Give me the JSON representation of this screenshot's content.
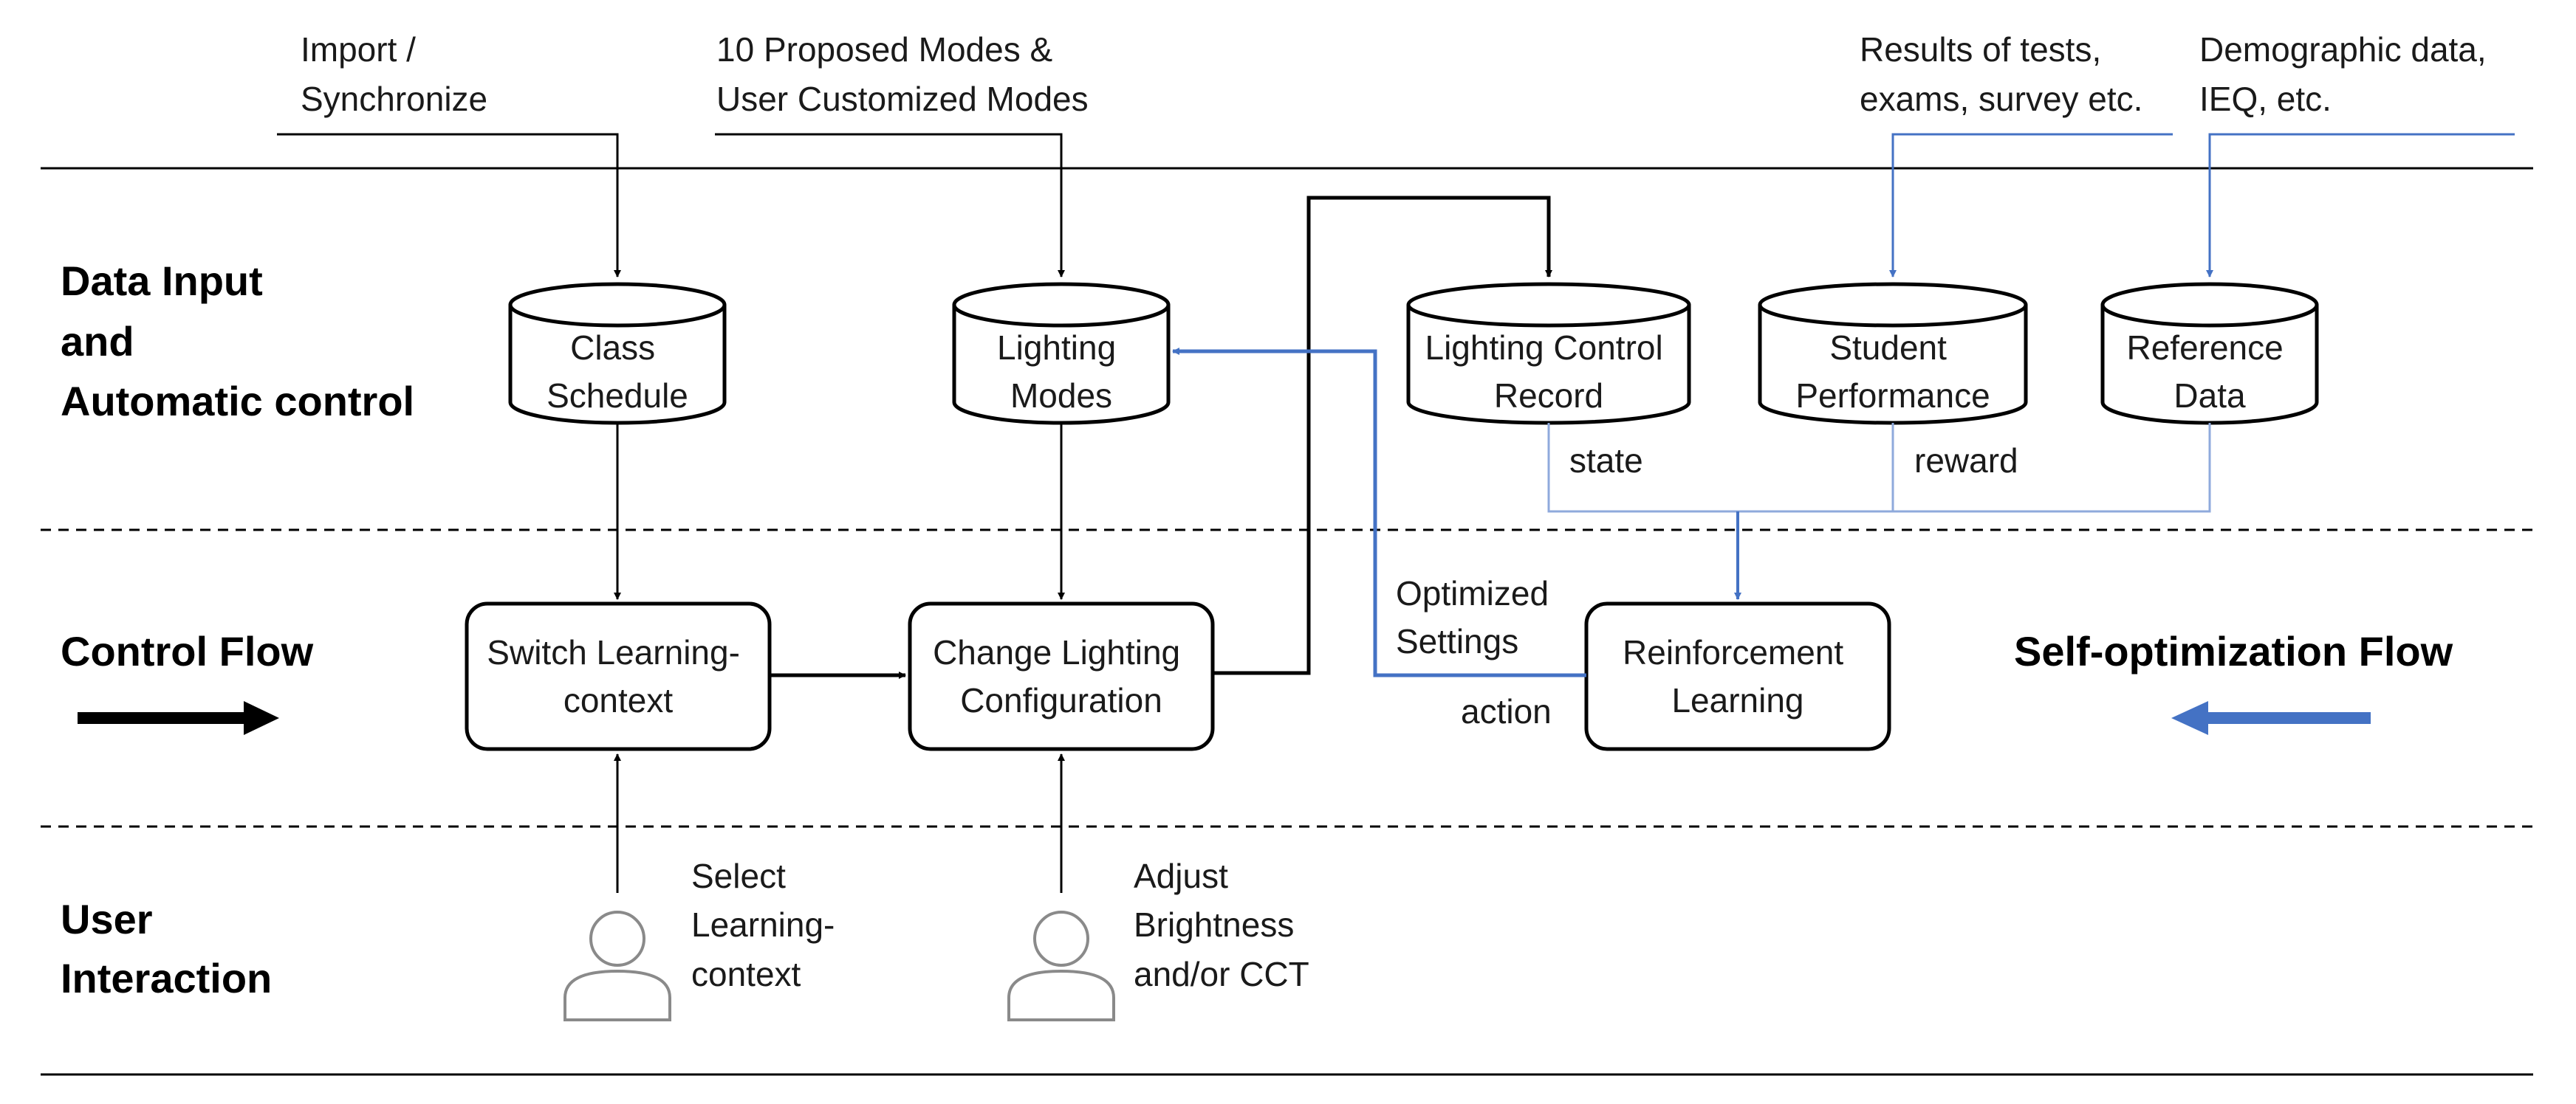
{
  "colors": {
    "ink": "#000000",
    "text": "#1a1a1a",
    "self_opt": "#4472c4",
    "feedback_line": "#8faadc",
    "user_icon": "#8a8a8a"
  },
  "sections": {
    "data_input": [
      "Data Input",
      "and",
      "Automatic control"
    ],
    "control_flow": "Control Flow",
    "user_interaction": [
      "User",
      "Interaction"
    ],
    "self_optimization": "Self-optimization Flow"
  },
  "inputs": {
    "import_sync": [
      "Import /",
      "Synchronize"
    ],
    "modes": [
      "10 Proposed Modes &",
      "User Customized Modes"
    ],
    "results": [
      "Results of tests,",
      "exams, survey etc."
    ],
    "demographic": [
      "Demographic data,",
      "IEQ, etc."
    ]
  },
  "databases": {
    "class_schedule": [
      "Class",
      "Schedule"
    ],
    "lighting_modes": [
      "Lighting",
      "Modes"
    ],
    "lighting_control_record": [
      "Lighting Control",
      "Record"
    ],
    "student_performance": [
      "Student",
      "Performance"
    ],
    "reference_data": [
      "Reference",
      "Data"
    ]
  },
  "processes": {
    "switch_context": [
      "Switch Learning-",
      "context"
    ],
    "change_lighting": [
      "Change Lighting",
      "Configuration"
    ],
    "reinforcement_learning": [
      "Reinforcement",
      "Learning"
    ]
  },
  "edge_labels": {
    "state": "state",
    "reward": "reward",
    "optimized_settings": [
      "Optimized",
      "Settings"
    ],
    "action": "action"
  },
  "user_actions": {
    "select_context": [
      "Select",
      "Learning-",
      "context"
    ],
    "adjust_lighting": [
      "Adjust",
      "Brightness",
      "and/or CCT"
    ]
  },
  "icons": {
    "user": "user-icon",
    "control_flow_arrow": "arrow-right-icon",
    "self_opt_arrow": "arrow-left-icon"
  }
}
